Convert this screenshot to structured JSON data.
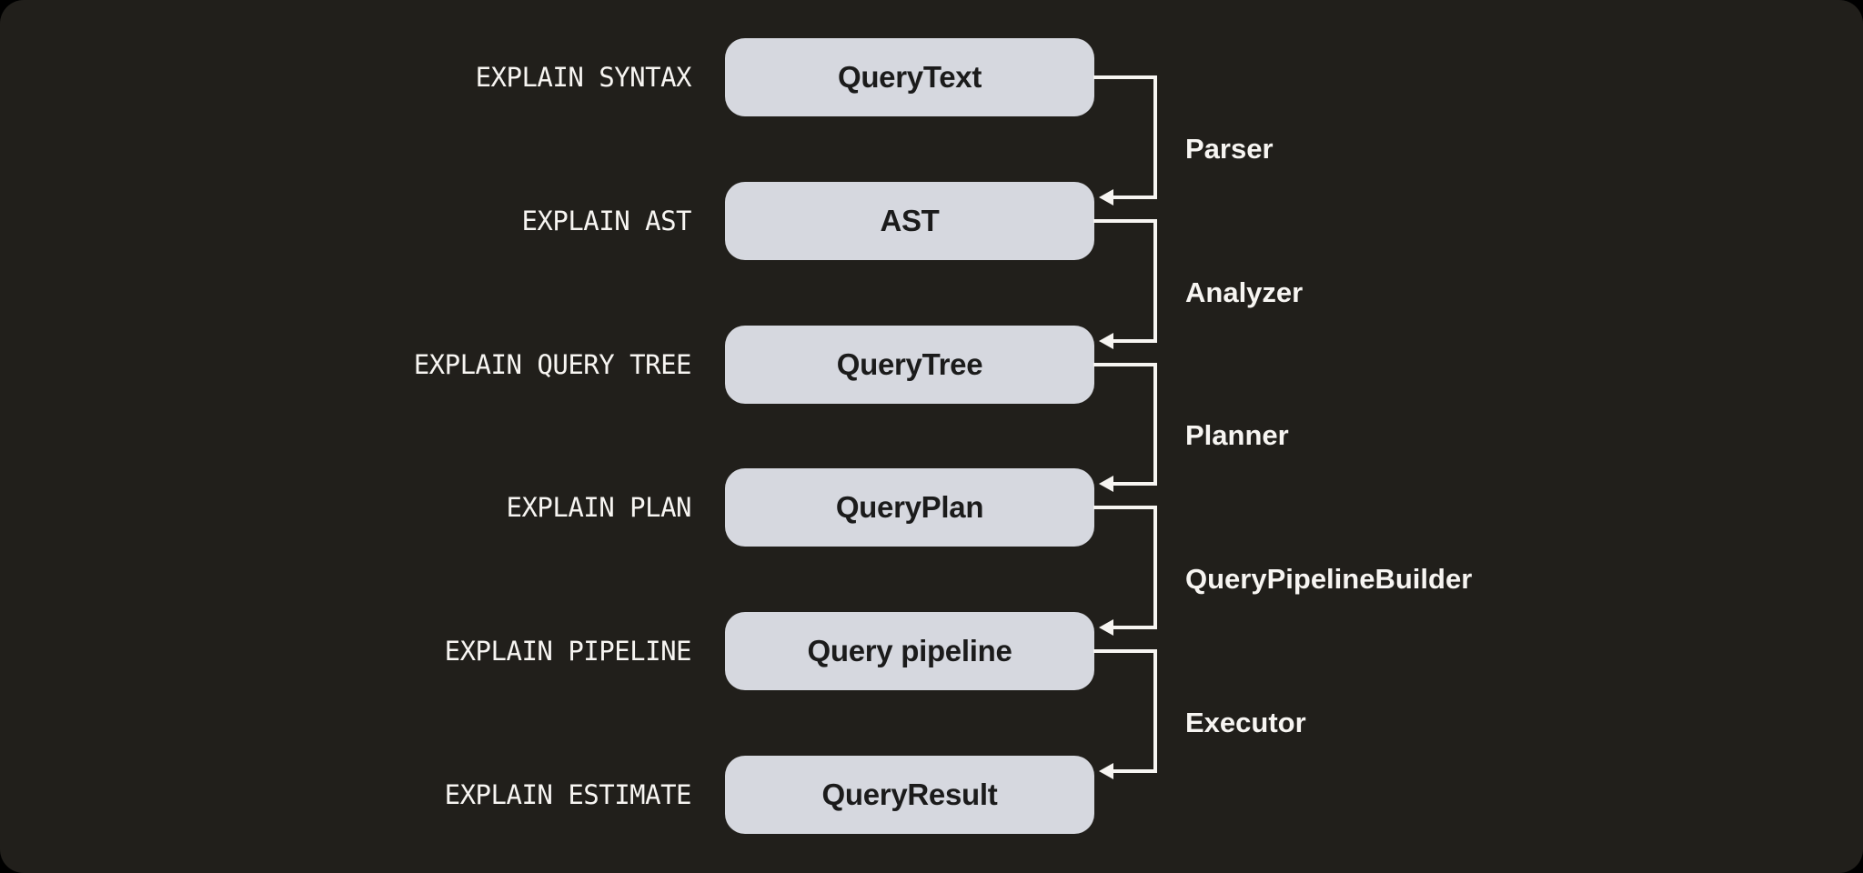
{
  "colors": {
    "page_background": "#000000",
    "canvas_background": "#211f1b",
    "box_fill": "#d6d8df",
    "box_text": "#1b1b1b",
    "label_text": "#f7f5f2",
    "connector": "#f7f5f2"
  },
  "stages": [
    {
      "explain_label": "EXPLAIN SYNTAX",
      "box_label": "QueryText"
    },
    {
      "explain_label": "EXPLAIN AST",
      "box_label": "AST"
    },
    {
      "explain_label": "EXPLAIN QUERY TREE",
      "box_label": "QueryTree"
    },
    {
      "explain_label": "EXPLAIN PLAN",
      "box_label": "QueryPlan"
    },
    {
      "explain_label": "EXPLAIN PIPELINE",
      "box_label": "Query pipeline"
    },
    {
      "explain_label": "EXPLAIN ESTIMATE",
      "box_label": "QueryResult"
    }
  ],
  "transitions": [
    {
      "label": "Parser"
    },
    {
      "label": "Analyzer"
    },
    {
      "label": "Planner"
    },
    {
      "label": "QueryPipelineBuilder"
    },
    {
      "label": "Executor"
    }
  ]
}
